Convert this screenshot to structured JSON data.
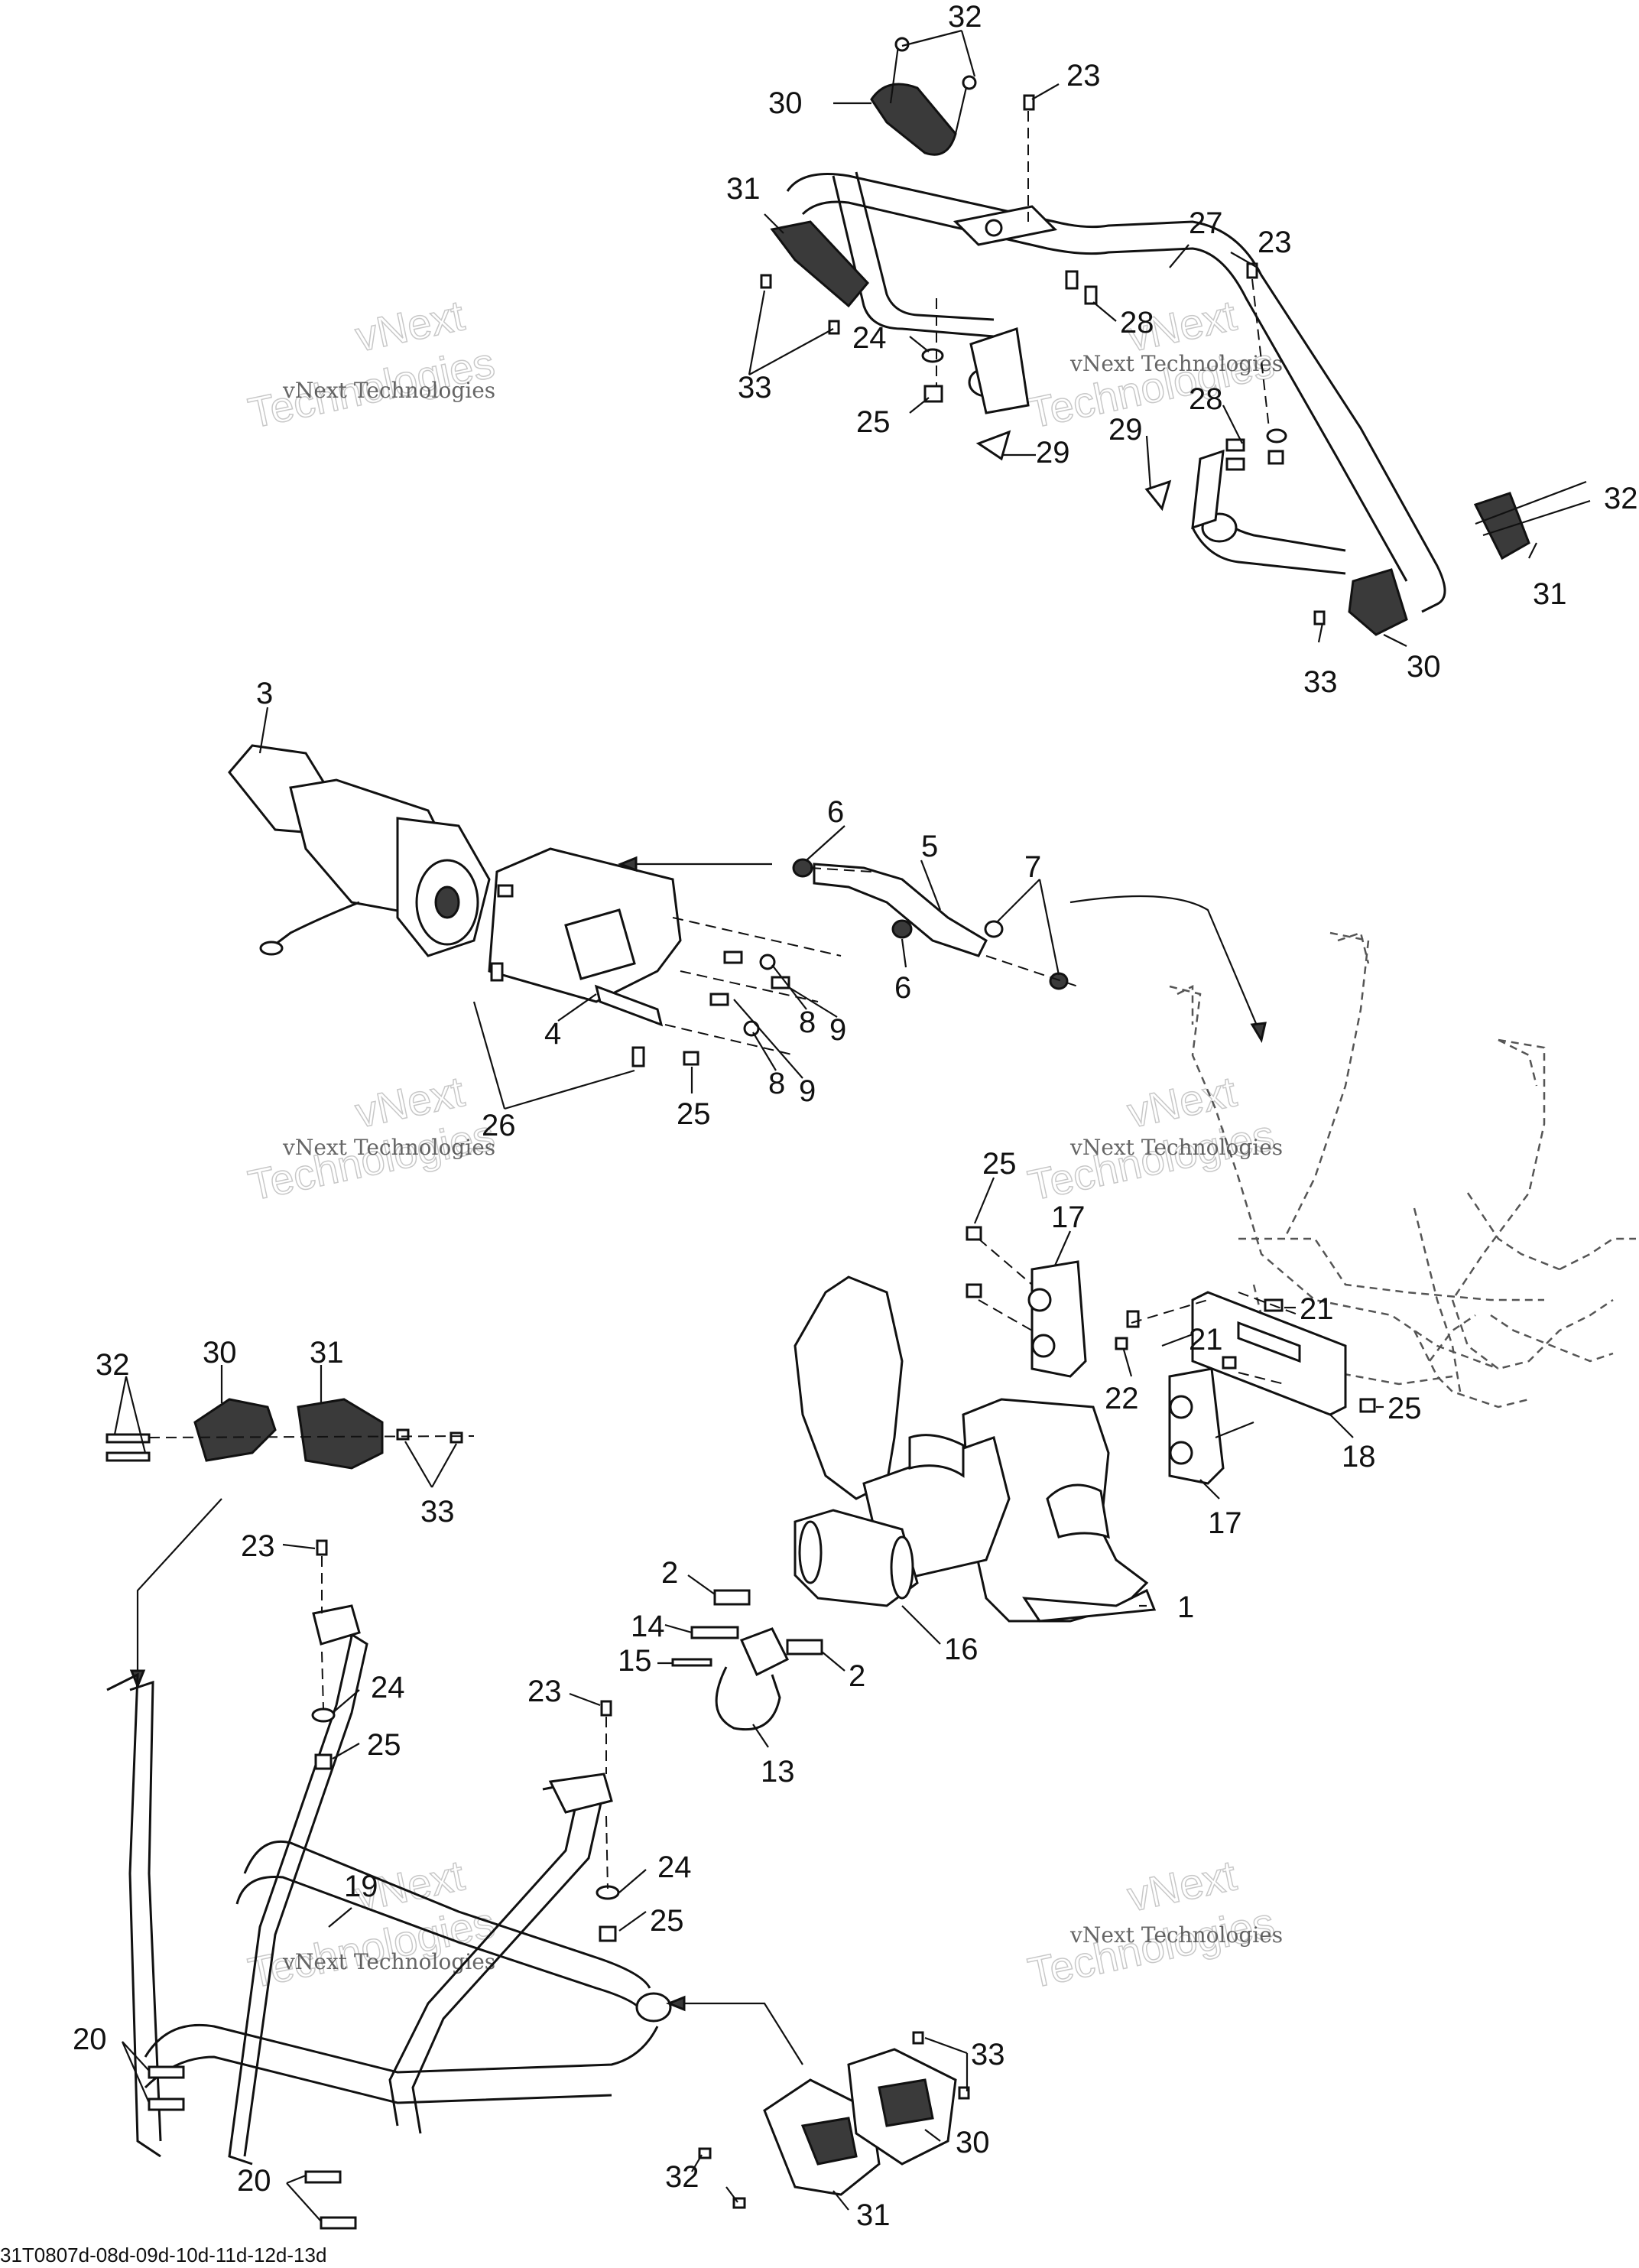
{
  "watermark": {
    "line1": "vNext",
    "line2": "vNext Technologies",
    "line3": "Technologies"
  },
  "reference_code": "31T0807d-08d-09d-10d-11d-12d-13d",
  "callouts": [
    {
      "id": "c32a",
      "label": "32"
    },
    {
      "id": "c23a",
      "label": "23"
    },
    {
      "id": "c30a",
      "label": "30"
    },
    {
      "id": "c31a",
      "label": "31"
    },
    {
      "id": "c27",
      "label": "27"
    },
    {
      "id": "c23b",
      "label": "23"
    },
    {
      "id": "c28a",
      "label": "28"
    },
    {
      "id": "c33a",
      "label": "33"
    },
    {
      "id": "c24a",
      "label": "24"
    },
    {
      "id": "c25a",
      "label": "25"
    },
    {
      "id": "c28b",
      "label": "28"
    },
    {
      "id": "c29a",
      "label": "29"
    },
    {
      "id": "c29b",
      "label": "29"
    },
    {
      "id": "c32b",
      "label": "32"
    },
    {
      "id": "c31b",
      "label": "31"
    },
    {
      "id": "c33b",
      "label": "33"
    },
    {
      "id": "c30b",
      "label": "30"
    },
    {
      "id": "c3",
      "label": "3"
    },
    {
      "id": "c6a",
      "label": "6"
    },
    {
      "id": "c5",
      "label": "5"
    },
    {
      "id": "c7",
      "label": "7"
    },
    {
      "id": "c6b",
      "label": "6"
    },
    {
      "id": "c8a",
      "label": "8"
    },
    {
      "id": "c9a",
      "label": "9"
    },
    {
      "id": "c4",
      "label": "4"
    },
    {
      "id": "c8b",
      "label": "8"
    },
    {
      "id": "c9b",
      "label": "9"
    },
    {
      "id": "c26",
      "label": "26"
    },
    {
      "id": "c25b",
      "label": "25"
    },
    {
      "id": "c25c",
      "label": "25"
    },
    {
      "id": "c17a",
      "label": "17"
    },
    {
      "id": "c21a",
      "label": "21"
    },
    {
      "id": "c21b",
      "label": "21"
    },
    {
      "id": "c22",
      "label": "22"
    },
    {
      "id": "c25d",
      "label": "25"
    },
    {
      "id": "c18",
      "label": "18"
    },
    {
      "id": "c17b",
      "label": "17"
    },
    {
      "id": "c32c",
      "label": "32"
    },
    {
      "id": "c30c",
      "label": "30"
    },
    {
      "id": "c31c",
      "label": "31"
    },
    {
      "id": "c33c",
      "label": "33"
    },
    {
      "id": "c1",
      "label": "1"
    },
    {
      "id": "c2a",
      "label": "2"
    },
    {
      "id": "c14",
      "label": "14"
    },
    {
      "id": "c16",
      "label": "16"
    },
    {
      "id": "c15",
      "label": "15"
    },
    {
      "id": "c2b",
      "label": "2"
    },
    {
      "id": "c13",
      "label": "13"
    },
    {
      "id": "c23c",
      "label": "23"
    },
    {
      "id": "c24b",
      "label": "24"
    },
    {
      "id": "c25e",
      "label": "25"
    },
    {
      "id": "c23d",
      "label": "23"
    },
    {
      "id": "c24c",
      "label": "24"
    },
    {
      "id": "c25f",
      "label": "25"
    },
    {
      "id": "c19",
      "label": "19"
    },
    {
      "id": "c20a",
      "label": "20"
    },
    {
      "id": "c20b",
      "label": "20"
    },
    {
      "id": "c33d",
      "label": "33"
    },
    {
      "id": "c30d",
      "label": "30"
    },
    {
      "id": "c32d",
      "label": "32"
    },
    {
      "id": "c31d",
      "label": "31"
    }
  ]
}
